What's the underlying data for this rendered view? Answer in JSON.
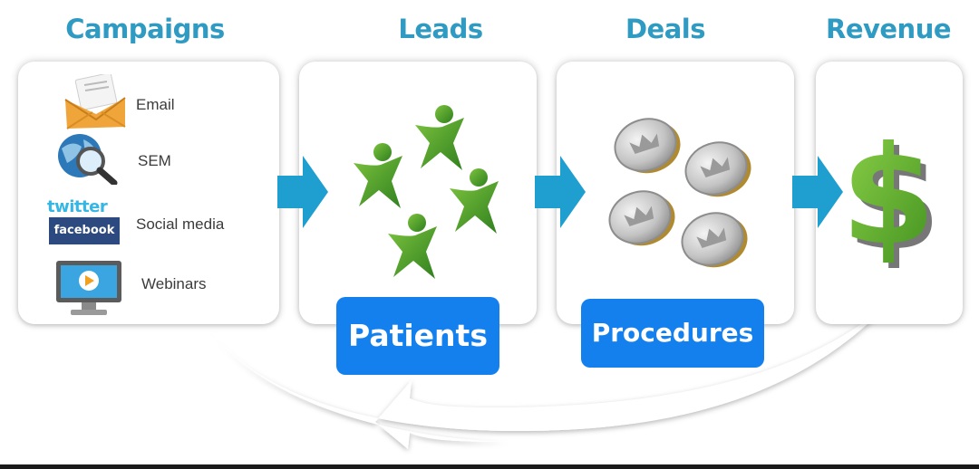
{
  "stages": {
    "campaigns": "Campaigns",
    "leads": "Leads",
    "deals": "Deals",
    "revenue": "Revenue"
  },
  "channels": [
    {
      "label": "Email",
      "icon": "email-icon"
    },
    {
      "label": "SEM",
      "icon": "search-globe-icon"
    },
    {
      "label": "Social media",
      "icon": "twitter-facebook-icon"
    },
    {
      "label": "Webinars",
      "icon": "monitor-play-icon"
    }
  ],
  "social_logos": {
    "twitter": "twitter",
    "facebook": "facebook"
  },
  "overlays": {
    "leads": "Patients",
    "deals": "Procedures"
  },
  "colors": {
    "title": "#2f9bc2",
    "flow_arrow": "#1e9fd0",
    "overlay_bg": "#1380ee",
    "people_green": "#4aa32a",
    "dollar_green": "#5ab52a",
    "coin_silver": "#c8c8c8",
    "coin_gold": "#c9a23c"
  }
}
